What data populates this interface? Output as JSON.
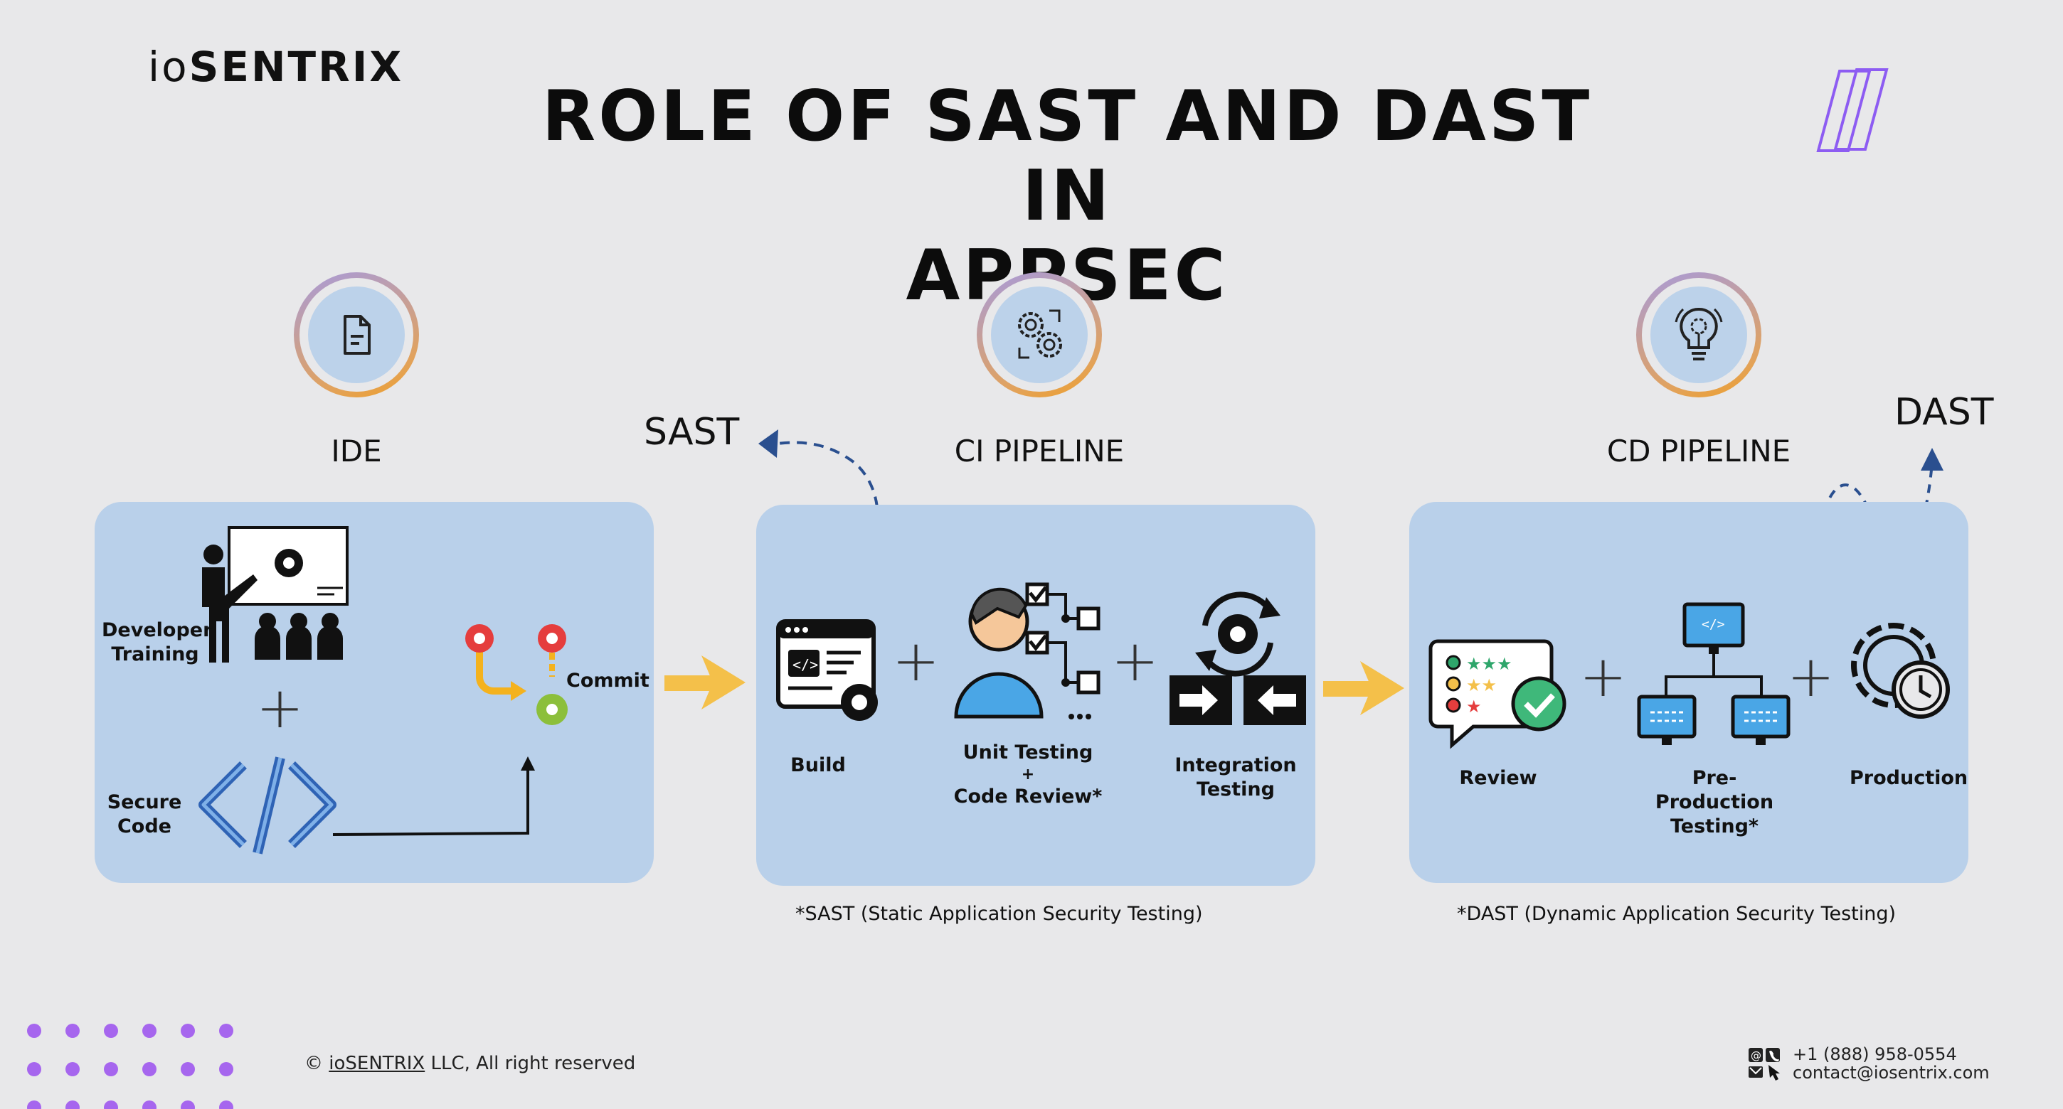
{
  "brand": {
    "logo_light": "io",
    "logo_bold": "SENTRIX"
  },
  "title": {
    "line1": "ROLE OF SAST AND DAST IN",
    "line2": "APPSEC"
  },
  "tags": {
    "sast": "SAST",
    "dast": "DAST"
  },
  "stages": [
    {
      "label": "IDE",
      "icon": "document-icon"
    },
    {
      "label": "CI PIPELINE",
      "icon": "gears-icon"
    },
    {
      "label": "CD PIPELINE",
      "icon": "lightbulb-gear-icon"
    }
  ],
  "ide": {
    "developer_training": "Developer Training",
    "secure_code": "Secure Code",
    "commit": "Commit",
    "plus": "+"
  },
  "ci": {
    "build": "Build",
    "unit_testing": "Unit Testing",
    "plus_mid": "+",
    "code_review": "Code Review*",
    "integration_testing": "Integration Testing",
    "plus": "+"
  },
  "cd": {
    "review": "Review",
    "preprod": "Pre-Production Testing*",
    "production": "Production",
    "plus": "+"
  },
  "notes": {
    "sast": "*SAST (Static Application Security Testing)",
    "dast": "*DAST (Dynamic Application Security Testing)"
  },
  "footer": {
    "copyright_symbol": "©",
    "copyright_brand": "ioSENTRIX",
    "copyright_rest": "LLC, All right reserved",
    "phone": "+1 (888) 958-0554",
    "email": "contact@iosentrix.com"
  },
  "colors": {
    "background": "#e8e8ea",
    "panel": "#b9d0ea",
    "arrow": "#f4c04a",
    "accent_purple": "#a666ee",
    "dashed_blue": "#2a4f8f"
  }
}
